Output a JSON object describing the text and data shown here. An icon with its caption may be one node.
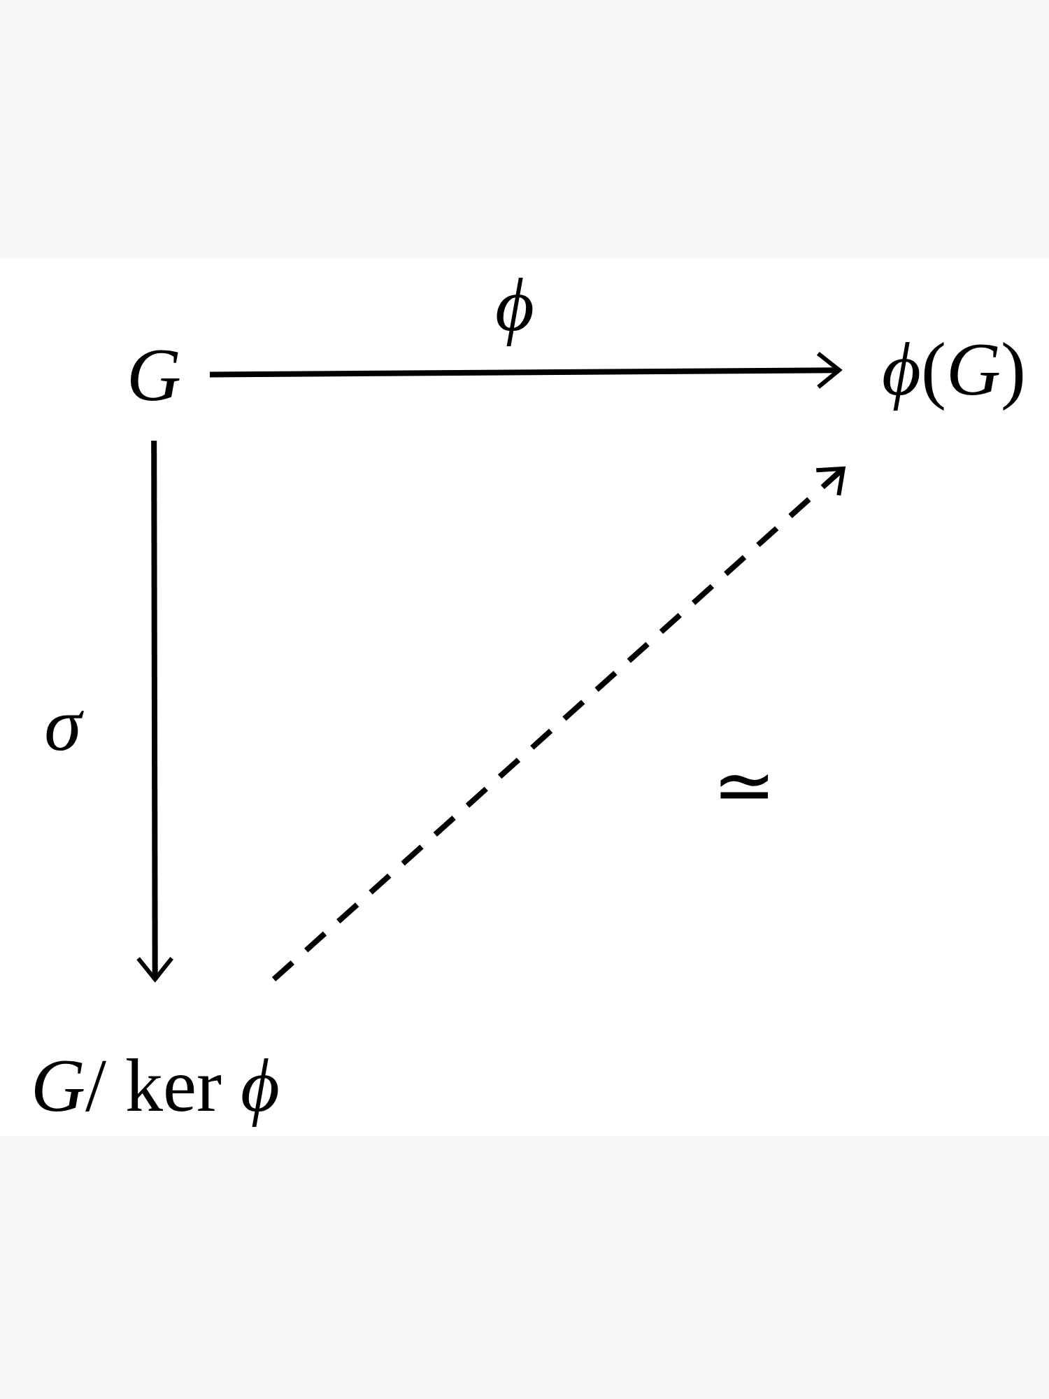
{
  "diagram": {
    "nodes": [
      {
        "text": [
          "*G*"
        ]
      },
      {
        "text": [
          "*ϕ*(*G*)"
        ]
      },
      {
        "text": [
          "*G*/ ker *ϕ*"
        ]
      }
    ],
    "edges": [
      {
        "from": 0,
        "to": 1,
        "arrow": "to",
        "label": "*ϕ*"
      },
      {
        "from": 0,
        "to": 2,
        "arrow": "to",
        "label": "*σ*"
      },
      {
        "from": 2,
        "to": 1,
        "arrow": "to",
        "label": "≃",
        "style": "dashed"
      }
    ]
  }
}
